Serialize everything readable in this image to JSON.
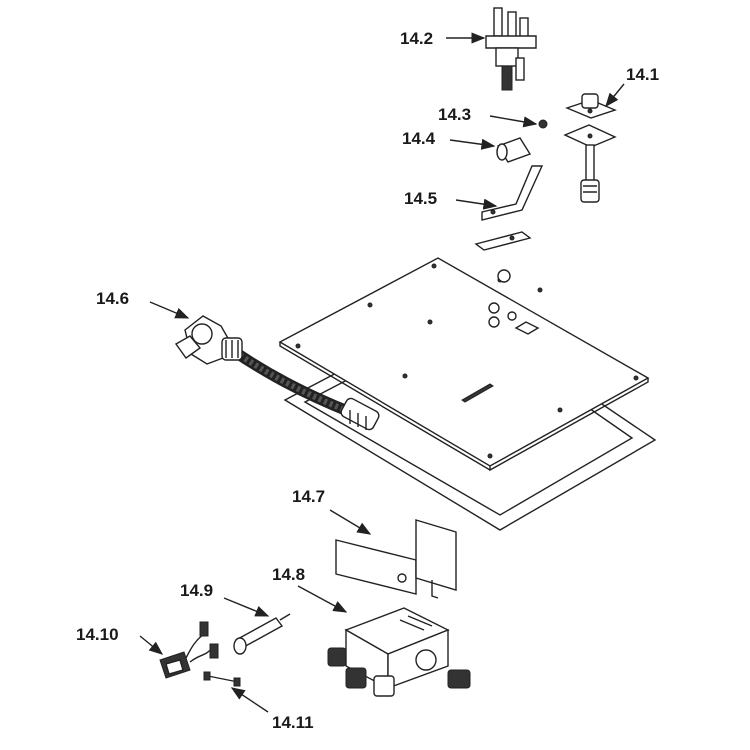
{
  "callouts": [
    {
      "id": "14.1",
      "label": "14.1"
    },
    {
      "id": "14.2",
      "label": "14.2"
    },
    {
      "id": "14.3",
      "label": "14.3"
    },
    {
      "id": "14.4",
      "label": "14.4"
    },
    {
      "id": "14.5",
      "label": "14.5"
    },
    {
      "id": "14.6",
      "label": "14.6"
    },
    {
      "id": "14.7",
      "label": "14.7"
    },
    {
      "id": "14.8",
      "label": "14.8"
    },
    {
      "id": "14.9",
      "label": "14.9"
    },
    {
      "id": "14.10",
      "label": "14.10"
    },
    {
      "id": "14.11",
      "label": "14.11"
    }
  ],
  "colors": {
    "line": "#222222",
    "background": "#ffffff"
  }
}
